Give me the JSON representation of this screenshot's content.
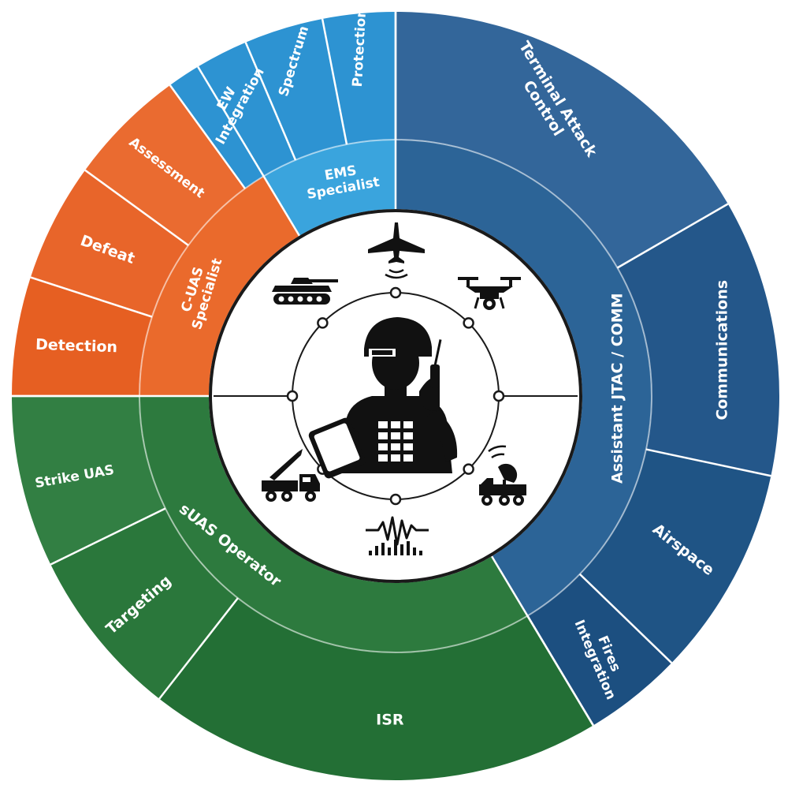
{
  "colors": {
    "blue_dark": "#1e5a8c",
    "blue_mid": "#2f6b9c",
    "cyan": "#2b9ad8",
    "cyan_light": "#49b2e6",
    "orange": "#ea6426",
    "orange_light": "#ef7a3d",
    "green": "#2a7a3f",
    "green_light": "#3a8a4a",
    "white": "#ffffff",
    "black": "#111111"
  },
  "roles": [
    {
      "key": "ems",
      "label_lines": [
        "EMS",
        "Specialist"
      ],
      "color": "#3aa4dd"
    },
    {
      "key": "jtac",
      "label_lines": [
        "Assistant JTAC / COMM"
      ],
      "color": "#2c6497"
    },
    {
      "key": "suas",
      "label_lines": [
        "sUAS Operator"
      ],
      "color": "#2d7a3e"
    },
    {
      "key": "cuas",
      "label_lines": [
        "C-UAS",
        "Specialist"
      ],
      "color": "#ea6a2c"
    }
  ],
  "tasks": [
    {
      "key": "protection",
      "label_lines": [
        "Protection"
      ],
      "color": "#2d93d2"
    },
    {
      "key": "spectrum",
      "label_lines": [
        "Spectrum"
      ],
      "color": "#2d93d2"
    },
    {
      "key": "ew",
      "label_lines": [
        "EW",
        "Integration"
      ],
      "color": "#2d93d2"
    },
    {
      "key": "terminal",
      "label_lines": [
        "Terminal Attack",
        "Control"
      ],
      "color": "#33669a"
    },
    {
      "key": "communications",
      "label_lines": [
        "Communications"
      ],
      "color": "#24578a"
    },
    {
      "key": "airspace",
      "label_lines": [
        "Airspace"
      ],
      "color": "#1f5485"
    },
    {
      "key": "fires",
      "label_lines": [
        "Fires",
        "Integration"
      ],
      "color": "#1c4f80"
    },
    {
      "key": "isr",
      "label_lines": [
        "ISR"
      ],
      "color": "#236f35"
    },
    {
      "key": "targeting",
      "label_lines": [
        "Targeting"
      ],
      "color": "#2a773b"
    },
    {
      "key": "strike",
      "label_lines": [
        "Strike UAS"
      ],
      "color": "#327f43"
    },
    {
      "key": "detection",
      "label_lines": [
        "Detection"
      ],
      "color": "#e65f22"
    },
    {
      "key": "defeat",
      "label_lines": [
        "Defeat"
      ],
      "color": "#e8652a"
    },
    {
      "key": "assessment",
      "label_lines": [
        "Assessment"
      ],
      "color": "#ea6b30"
    }
  ],
  "center_icons": [
    "jet-icon",
    "drone-icon",
    "radar-truck-icon",
    "signal-waveform-icon",
    "missile-launcher-icon",
    "tank-icon",
    "soldier-icon"
  ]
}
